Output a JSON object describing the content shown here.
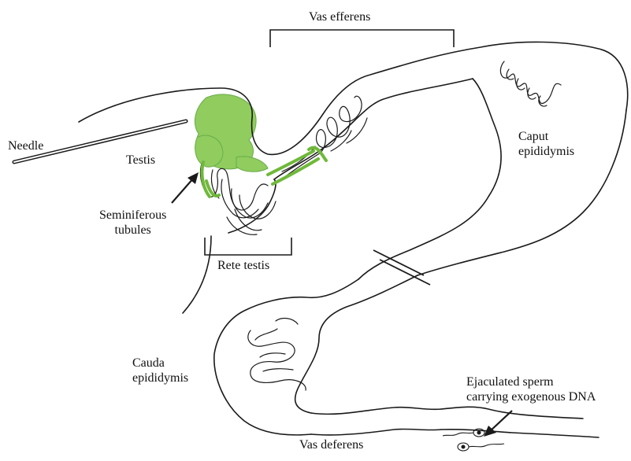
{
  "labels": {
    "vas_efferens": "Vas efferens",
    "needle": "Needle",
    "testis": "Testis",
    "caput_line1": "Caput",
    "caput_line2": "epididymis",
    "seminiferous_line1": "Seminiferous",
    "seminiferous_line2": "tubules",
    "rete_testis": "Rete testis",
    "cauda_line1": "Cauda",
    "cauda_line2": "epididymis",
    "sperm_line1": "Ejaculated sperm",
    "sperm_line2": "carrying exogenous DNA",
    "vas_deferens": "Vas deferens"
  },
  "colors": {
    "line": "#1a1a1a",
    "injected_dna": "#7dc443",
    "injected_dna_dark": "#4f9e2a"
  }
}
